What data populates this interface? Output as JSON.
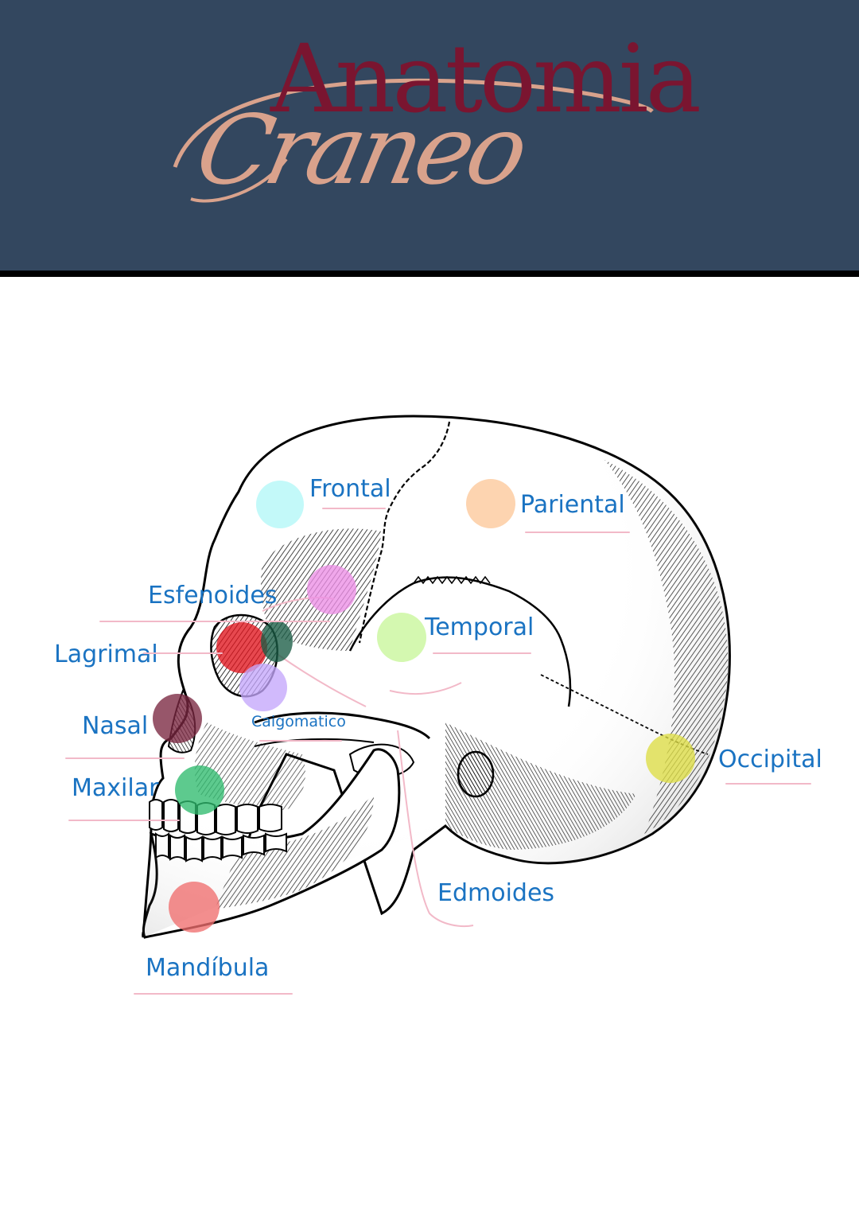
{
  "header": {
    "title": "Anatomia",
    "subtitle": "Craneo",
    "colors": {
      "background": "#33475f",
      "title": "#7a1530",
      "subtitle": "#d9a28c"
    }
  },
  "diagram": {
    "label_color": "#1a73c2",
    "labels": {
      "frontal": "Frontal",
      "pariental": "Pariental",
      "esfenoides": "Esfenoides",
      "temporal": "Temporal",
      "lagrimal": "Lagrimal",
      "nasal": "Nasal",
      "caigomatico": "Caigomatico",
      "occipital": "Occipital",
      "maxilar": "Maxilar",
      "edmoides": "Edmoides",
      "mandibula": "Mandíbula"
    },
    "dot_colors": {
      "frontal": "#b2f7f7",
      "pariental": "#fcc89a",
      "esfenoides": "#ec8ee6",
      "temporal": "#c8f69a",
      "lagrimal": "#e0141e",
      "edmoides": "#1a5c45",
      "caigomatico": "#c4a6fb",
      "nasal": "#7a2640",
      "maxilar": "#2fbb6e",
      "mandibula": "#ef6e6e",
      "occipital": "#dede45"
    }
  }
}
